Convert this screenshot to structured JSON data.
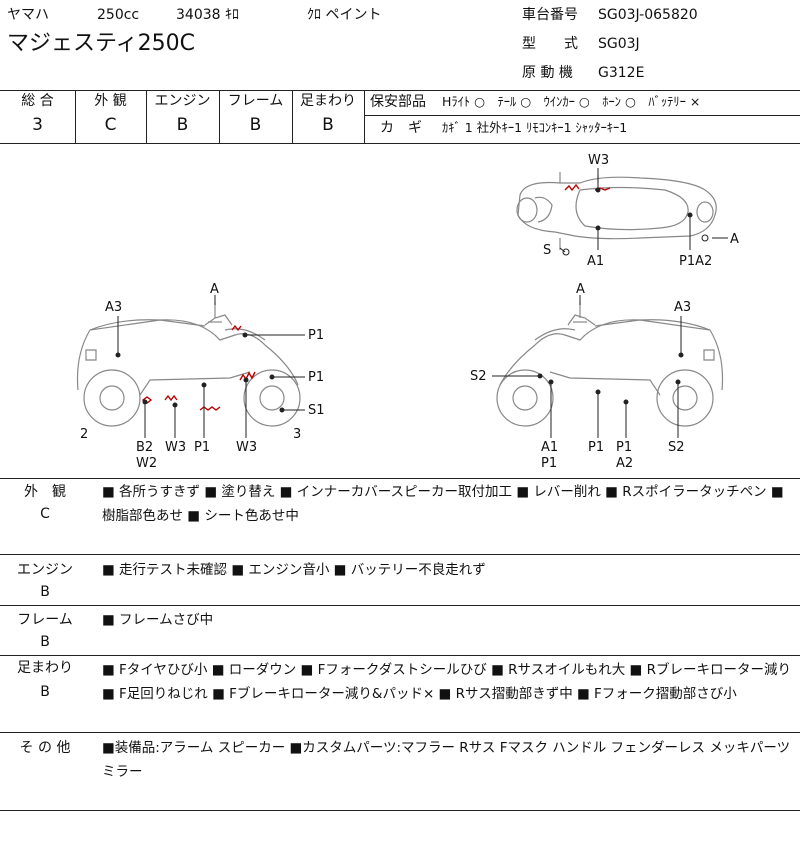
{
  "header": {
    "maker": "ヤマハ",
    "cc": "250cc",
    "mileage": "34038 ｷﾛ",
    "paint": "ｸﾛ ペイント",
    "model_name": "マジェスティ250C",
    "frame_no_label": "車台番号",
    "frame_no": "SG03J-065820",
    "type_label": "型　　式",
    "type_value": "SG03J",
    "engine_label": "原 動 機",
    "engine_value": "G312E"
  },
  "grades": {
    "headers": [
      "総 合",
      "外 観",
      "エンジン",
      "フレーム",
      "足まわり"
    ],
    "values": [
      "3",
      "C",
      "B",
      "B",
      "B"
    ]
  },
  "safety": {
    "label": "保安部品",
    "items": "Hﾗｲﾄ ○　ﾃｰﾙ ○　ｳｲﾝｶｰ ○　ﾎｰﾝ ○　ﾊﾞｯﾃﾘｰ ×",
    "key_label": "カ　ギ",
    "key_items": "ｶｷﾞ 1  社外ｷｰ1  ﾘﾓｺﾝｷｰ1  ｼｬｯﾀｰｷｰ1"
  },
  "diagram_labels": {
    "top": {
      "w3": "W3",
      "s": "S",
      "a1": "A1",
      "p1a2": "P1A2",
      "a": "A"
    },
    "left": {
      "a": "A",
      "a3": "A3",
      "p1a": "P1",
      "p1b": "P1",
      "s1": "S1",
      "n2": "2",
      "b2": "B2",
      "w2": "W2",
      "w3": "W3",
      "p1c": "P1",
      "w3b": "W3",
      "n3": "3"
    },
    "right": {
      "a": "A",
      "a3": "A3",
      "s2a": "S2",
      "a1": "A1",
      "p1a": "P1",
      "p1b": "P1",
      "p1c": "P1",
      "a2": "A2",
      "s2b": "S2"
    }
  },
  "sections": [
    {
      "label": "外　観",
      "grade": "C",
      "text": "■ 各所うすきず ■ 塗り替え ■ インナーカバースピーカー取付加工 ■ レバー削れ ■ Rスポイラータッチペン ■ 樹脂部色あせ ■ シート色あせ中"
    },
    {
      "label": "エンジン",
      "grade": "B",
      "text": "■ 走行テスト未確認 ■ エンジン音小 ■ バッテリー不良走れず"
    },
    {
      "label": "フレーム",
      "grade": "B",
      "text": "■ フレームさび中"
    },
    {
      "label": "足まわり",
      "grade": "B",
      "text": "■ Fタイヤひび小 ■ ローダウン ■ Fフォークダストシールひび ■ Rサスオイルもれ大 ■ Rブレーキローター減り ■ F足回りねじれ ■ Fブレーキローター減り&パッド× ■ Rサス摺動部きず中 ■ Fフォーク摺動部さび小"
    },
    {
      "label": "そ の 他",
      "grade": "",
      "text": "■装備品:アラーム スピーカー ■カスタムパーツ:マフラー Rサス Fマスク ハンドル フェンダーレス メッキパーツ ミラー"
    }
  ]
}
